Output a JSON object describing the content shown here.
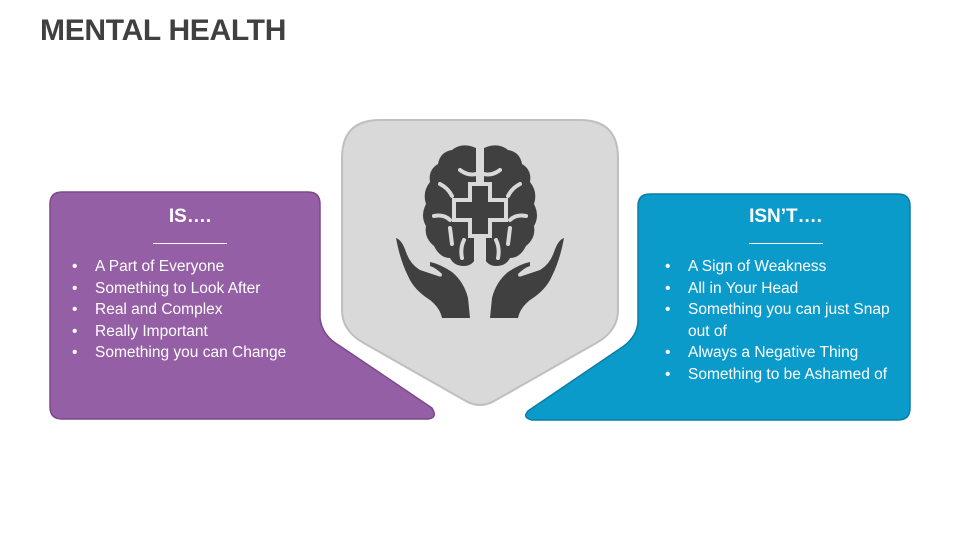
{
  "title": "MENTAL HEALTH",
  "colors": {
    "title": "#404040",
    "is_panel": "#955FA5",
    "is_panel_border": "#7A4A8A",
    "isnt_panel": "#0B9BCB",
    "isnt_panel_border": "#0A7DA4",
    "center_panel": "#D9D9D9",
    "center_panel_border": "#BFBFBF",
    "icon": "#404040"
  },
  "is_panel": {
    "heading": "IS….",
    "items": [
      "A Part of Everyone",
      "Something to Look After",
      "Real and Complex",
      "Really Important",
      "Something you can Change"
    ]
  },
  "isnt_panel": {
    "heading": "ISN’T….",
    "items": [
      "A Sign of Weakness",
      "All in Your Head",
      "Something you can just Snap out of",
      "Always a Negative Thing",
      "Something to be Ashamed of"
    ]
  },
  "center": {
    "icon": "brain-with-medical-cross-in-hands-icon"
  }
}
